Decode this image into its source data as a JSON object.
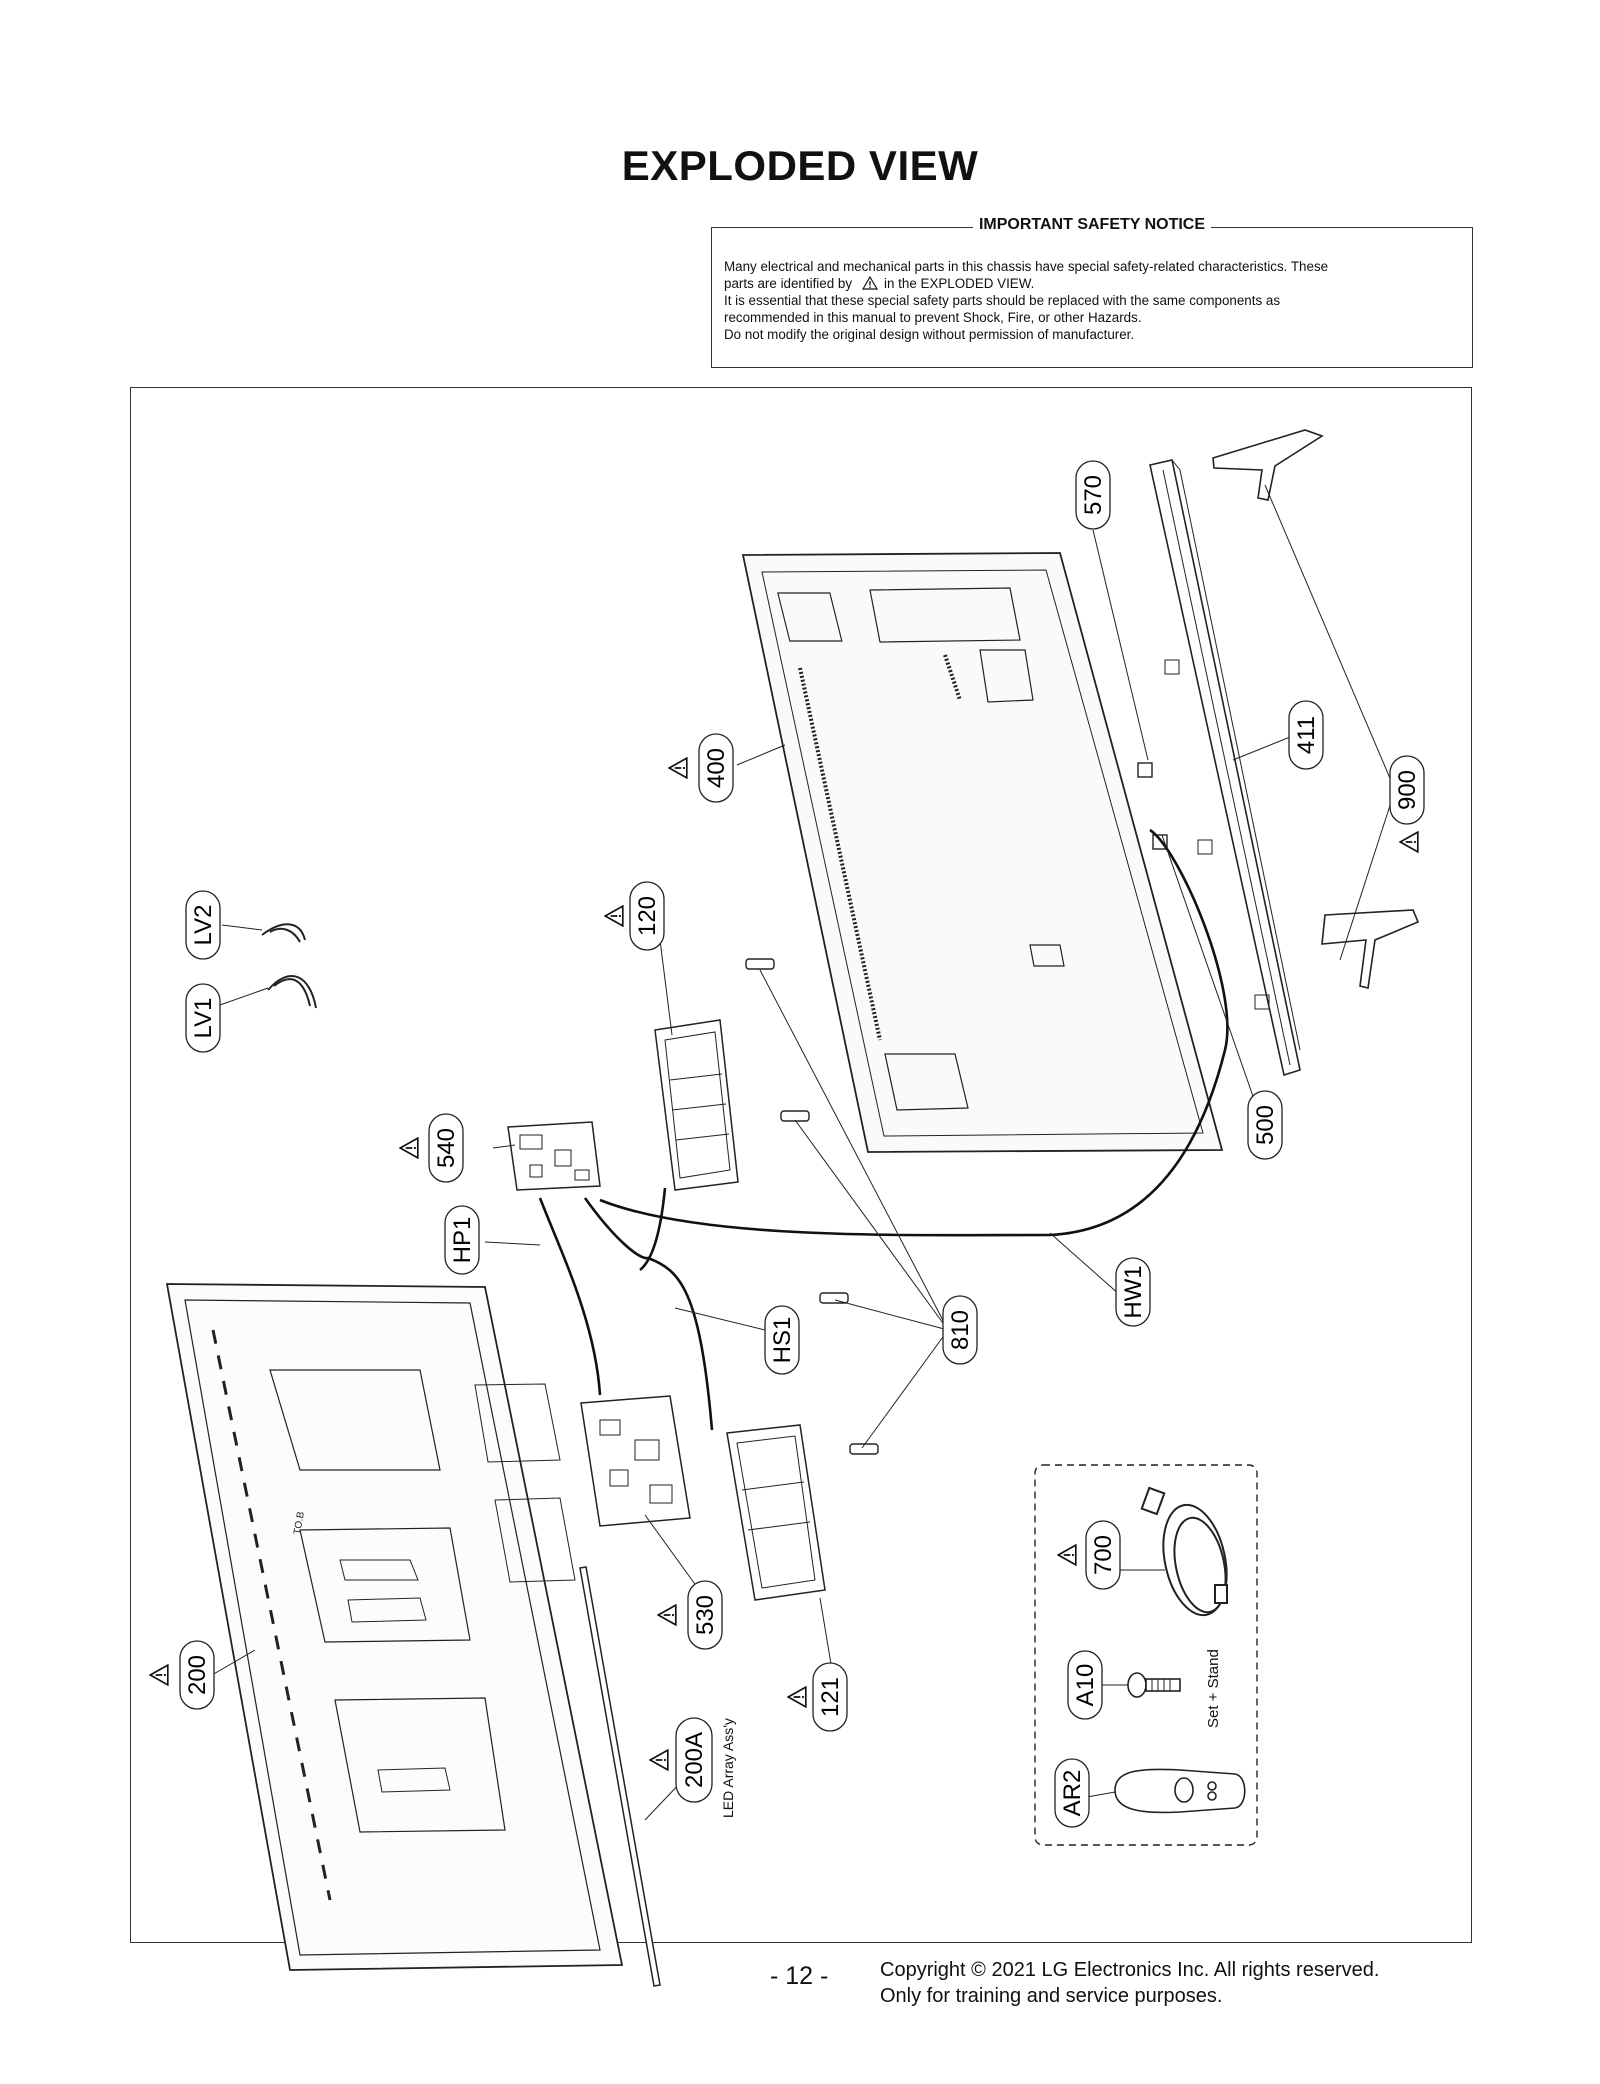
{
  "page_title": "EXPLODED VIEW",
  "notice": {
    "heading": "IMPORTANT SAFETY NOTICE",
    "line1": "Many electrical and mechanical parts in this chassis have special safety-related characteristics. These",
    "line2_before": "parts are identified by",
    "line2_after": "in the EXPLODED VIEW.",
    "line3": "It is essential that these special safety parts should be replaced with the same components as",
    "line4": "recommended in this manual to prevent Shock, Fire, or other Hazards.",
    "line5": "Do not modify the original design without permission of manufacturer."
  },
  "labels": {
    "p570": "570",
    "p411": "411",
    "p900": "900",
    "p400": "400",
    "p500": "500",
    "p120": "120",
    "p540": "540",
    "hw1": "HW1",
    "hp1": "HP1",
    "hs1": "HS1",
    "p810": "810",
    "lv1": "LV1",
    "lv2": "LV2",
    "p200": "200",
    "p200a": "200A",
    "p530": "530",
    "p121": "121",
    "p700": "700",
    "a10": "A10",
    "ar2": "AR2"
  },
  "annotations": {
    "led_array": "LED Array Ass'y",
    "set_stand": "Set + Stand",
    "panel_mark": "TO.B"
  },
  "footer": {
    "page_number": "- 12 -",
    "copyright": "Copyright © 2021 LG Electronics Inc. All rights reserved.",
    "training": "Only for training and service purposes."
  }
}
